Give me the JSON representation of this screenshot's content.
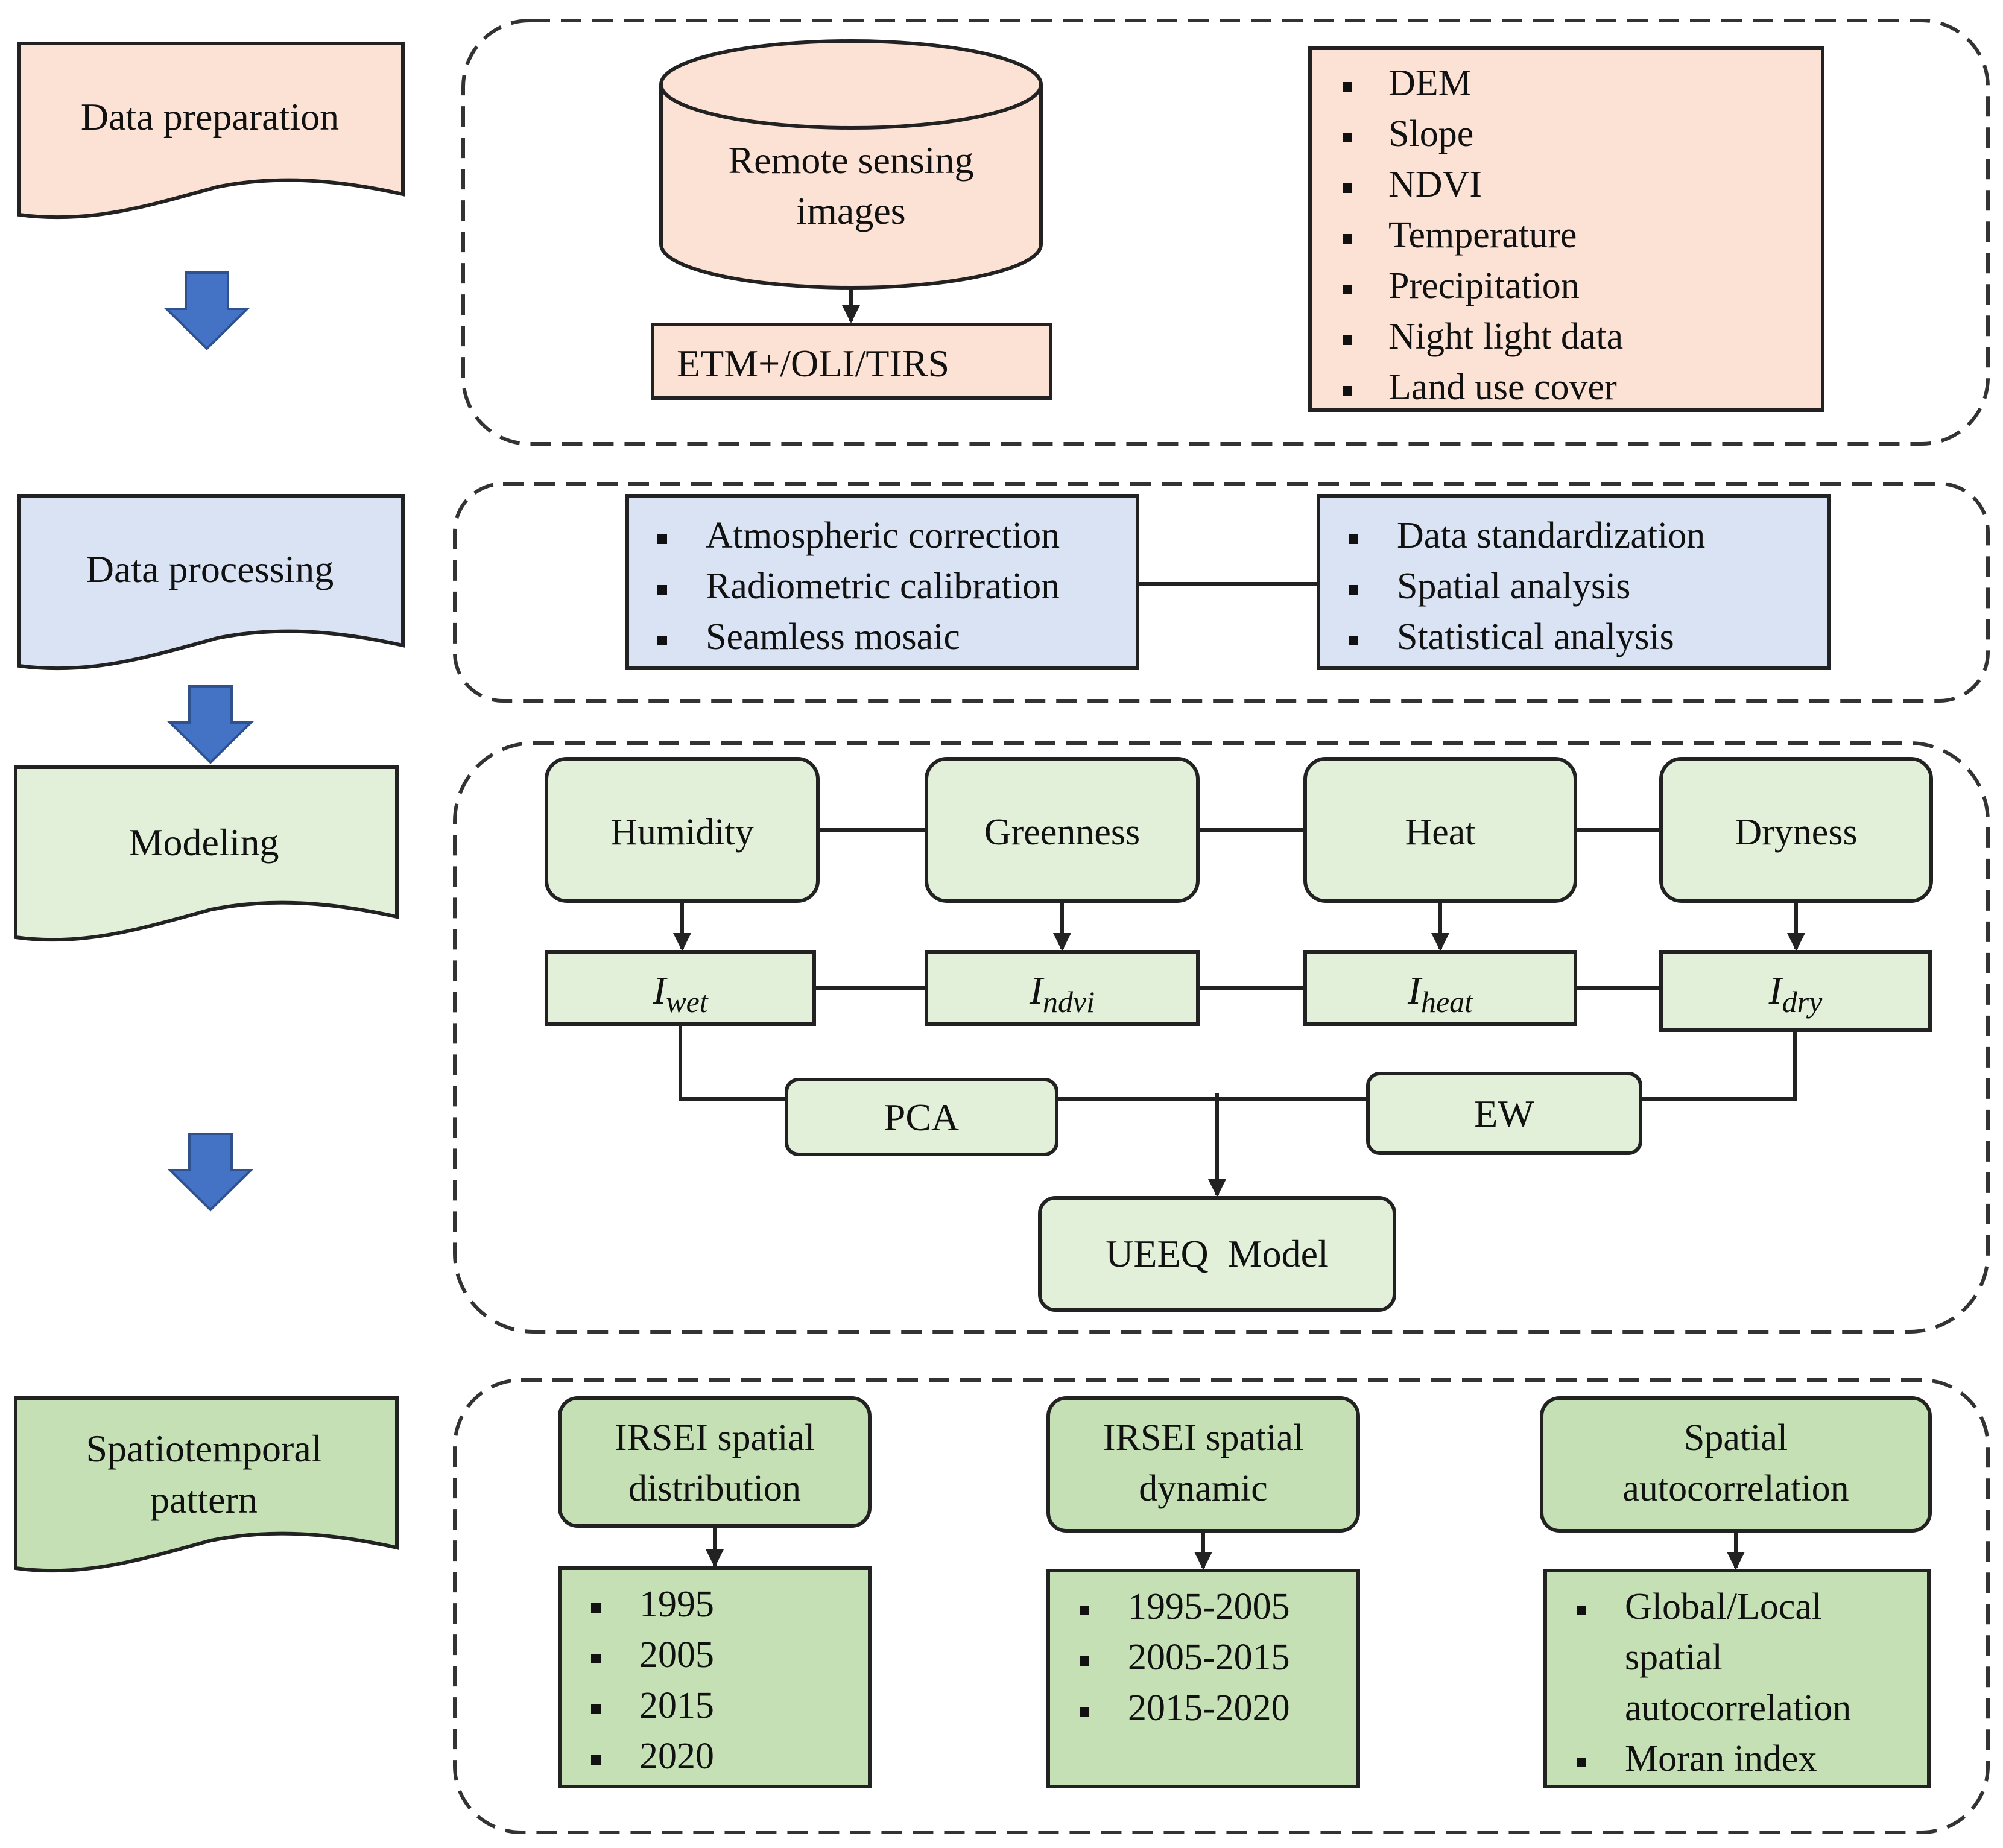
{
  "colors": {
    "stage_prep": "#fbe2d5",
    "stage_proc": "#dae3f3",
    "stage_model": "#e2f0d9",
    "stage_pattern": "#c5e0b4",
    "arrow": "#4472c4"
  },
  "stages": {
    "prep": "Data preparation",
    "proc": "Data processing",
    "model": "Modeling",
    "pattern": [
      "Spatiotemporal",
      "pattern"
    ]
  },
  "prep": {
    "db": [
      "Remote sensing",
      "images"
    ],
    "sensor": "ETM+/OLI/TIRS",
    "data_list": [
      "DEM",
      "Slope",
      "NDVI",
      "Temperature",
      "Precipitation",
      "Night light data",
      "Land use cover"
    ]
  },
  "proc": {
    "left_list": [
      "Atmospheric correction",
      "Radiometric calibration",
      "Seamless mosaic"
    ],
    "right_list": [
      "Data standardization",
      "Spatial analysis",
      "Statistical analysis"
    ]
  },
  "model": {
    "factors": [
      "Humidity",
      "Greenness",
      "Heat",
      "Dryness"
    ],
    "indices": [
      {
        "base": "I",
        "sub": "wet"
      },
      {
        "base": "I",
        "sub": "ndvi"
      },
      {
        "base": "I",
        "sub": "heat"
      },
      {
        "base": "I",
        "sub": "dry"
      }
    ],
    "pca": "PCA",
    "ew": "EW",
    "result": "UEEQ  Model"
  },
  "pattern": {
    "boxes": [
      {
        "title": [
          "IRSEI spatial",
          "distribution"
        ],
        "items": [
          [
            "1995"
          ],
          [
            "2005"
          ],
          [
            "2015"
          ],
          [
            "2020"
          ]
        ]
      },
      {
        "title": [
          "IRSEI spatial",
          "dynamic"
        ],
        "items": [
          [
            "1995-2005"
          ],
          [
            "2005-2015"
          ],
          [
            "2015-2020"
          ]
        ]
      },
      {
        "title": [
          "Spatial",
          "autocorrelation"
        ],
        "items": [
          [
            "Global/Local",
            "spatial",
            "autocorrelation"
          ],
          [
            "Moran index"
          ]
        ]
      }
    ]
  }
}
